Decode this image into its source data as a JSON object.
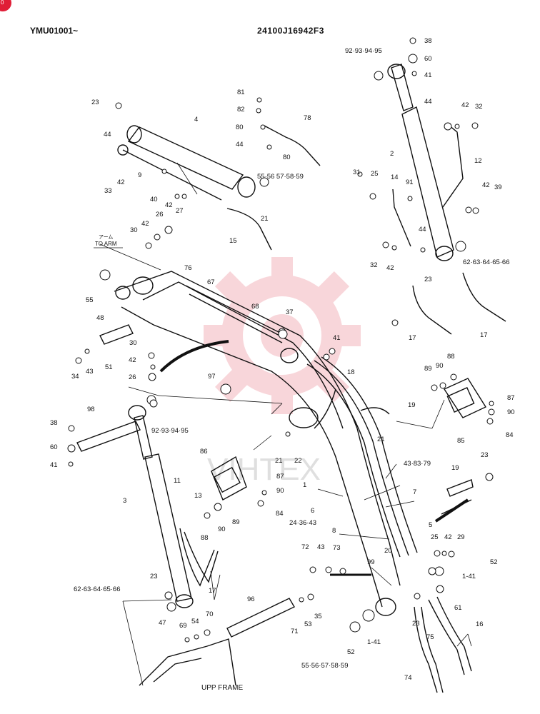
{
  "header": {
    "left_code": "YMU01001~",
    "center_code": "24100J16942F3",
    "badge": "0"
  },
  "watermark": {
    "text": "VIHTEX",
    "color": "#f4b6bd"
  },
  "colors": {
    "ink": "#111111",
    "accent": "#e01e37"
  },
  "labels": {
    "to_arm": "TO ARM",
    "to_arm_jp": "アーム",
    "upp_frame": "UPP FRAME"
  },
  "callouts": {
    "c1": "1",
    "c2": "2",
    "c3": "3",
    "c4": "4",
    "c5": "5",
    "c6": "6",
    "c7": "7",
    "c8": "8",
    "c9": "9",
    "c11": "11",
    "c12": "12",
    "c13": "13",
    "c14": "14",
    "c15": "15",
    "c16": "16",
    "c17a": "17",
    "c17b": "17",
    "c17c": "17",
    "c18": "18",
    "c19a": "19",
    "c19b": "19",
    "c20": "20",
    "c21a": "21",
    "c21b": "21",
    "c21c": "21",
    "c22": "22",
    "c23a": "23",
    "c23b": "23",
    "c23c": "23",
    "c23d": "23",
    "c23e": "23",
    "c24": "24·36·43",
    "c25a": "25",
    "c25b": "25",
    "c26a": "26",
    "c26b": "26",
    "c27": "27",
    "c29": "29",
    "c30a": "30",
    "c30b": "30",
    "c31": "31",
    "c32a": "32",
    "c32b": "32",
    "c33": "33",
    "c34": "34",
    "c35": "35",
    "c37": "37",
    "c38a": "38",
    "c38b": "38",
    "c39": "39",
    "c40": "40",
    "c41a": "41",
    "c41b": "41",
    "c41c": "41",
    "c141a": "1-41",
    "c141b": "1-41",
    "c42a": "42",
    "c42b": "42",
    "c42c": "42",
    "c42d": "42",
    "c42e": "42",
    "c42f": "42",
    "c42g": "42",
    "c43a": "43",
    "c43b": "43",
    "c4383": "43·83·79",
    "c44a": "44",
    "c44b": "44",
    "c44c": "44",
    "c44d": "44",
    "c47": "47",
    "c48": "48",
    "c51": "51",
    "c52a": "52",
    "c52b": "52",
    "c53": "53",
    "c54": "54",
    "c55": "55",
    "c5559": "55·56\n57·58·59",
    "c5559b": "55·56·57·58·59",
    "c60a": "60",
    "c60b": "60",
    "c61": "61",
    "c6266a": "62·63·64·65·66",
    "c6266b": "62·63·64·65·66",
    "c67": "67",
    "c68": "68",
    "c69": "69",
    "c70": "70",
    "c71": "71",
    "c72": "72",
    "c73": "73",
    "c74": "74",
    "c75": "75",
    "c76": "76",
    "c78": "78",
    "c80a": "80",
    "c80b": "80",
    "c81": "81",
    "c82": "82",
    "c84a": "84",
    "c84b": "84",
    "c85": "85",
    "c86": "86",
    "c87a": "87",
    "c87b": "87",
    "c88a": "88",
    "c88b": "88",
    "c89a": "89",
    "c89b": "89",
    "c90a": "90",
    "c90b": "90",
    "c90c": "90",
    "c91": "91",
    "c9295a": "92·93·94·95",
    "c9295b": "92·93·94·95",
    "c96": "96",
    "c97": "97",
    "c98": "98",
    "c99": "99"
  }
}
